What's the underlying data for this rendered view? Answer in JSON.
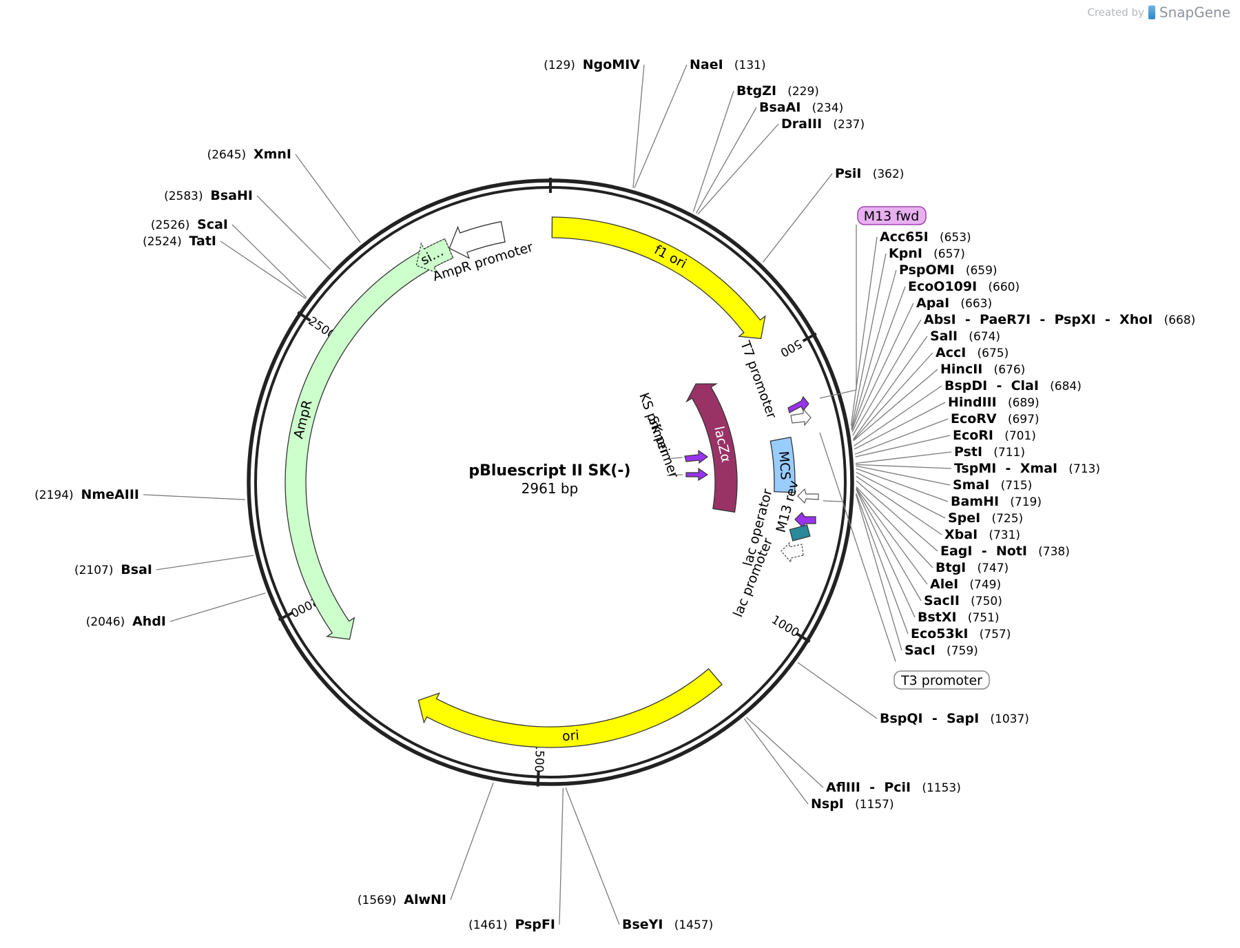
{
  "credit": {
    "prefix": "Created by",
    "brand": "SnapGene"
  },
  "plasmid": {
    "name": "pBluescript II SK(-)",
    "size_text": "2961 bp",
    "length_bp": 2961
  },
  "ticks": [
    {
      "bp": 500,
      "label": "500"
    },
    {
      "bp": 1000,
      "label": "1000"
    },
    {
      "bp": 1500,
      "label": "1500"
    },
    {
      "bp": 2000,
      "label": "2000"
    },
    {
      "bp": 2500,
      "label": "2500"
    }
  ],
  "features": [
    {
      "name": "f1 ori",
      "start": 3,
      "end": 458,
      "strand": 1,
      "color": "#ffff00",
      "ring": 0
    },
    {
      "name": "lacZα",
      "start": 460,
      "end": 816,
      "strand": -1,
      "color": "#993366",
      "ring": 2,
      "text_color": "#ffffff"
    },
    {
      "name": "MCS",
      "start": 653,
      "end": 760,
      "strand": 0,
      "color": "#99ccff",
      "ring": 1
    },
    {
      "name": "ori",
      "start": 1149,
      "end": 1737,
      "strand": 1,
      "color": "#ffff00",
      "ring": 0
    },
    {
      "name": "AmpR",
      "start": 1908,
      "end": 2768,
      "strand": -1,
      "color": "#ccffcc",
      "ring": 0
    },
    {
      "name": "si…",
      "start": 2700,
      "end": 2768,
      "strand": -1,
      "color": "#ccffcc",
      "ring": 0
    },
    {
      "name": "AmpR promoter",
      "start": 2769,
      "end": 2873,
      "strand": -1,
      "color": "#ffffff",
      "ring": 0
    }
  ],
  "small_features": [
    {
      "name": "T7 promoter"
    },
    {
      "name": "KS primer"
    },
    {
      "name": "SK primer"
    },
    {
      "name": "M13 rev"
    },
    {
      "name": "lac operator"
    },
    {
      "name": "lac promoter"
    }
  ],
  "boxed_labels": [
    {
      "name": "M13 fwd",
      "fill": "#e8b0f0",
      "stroke": "#a040b0"
    },
    {
      "name": "T3 promoter",
      "fill": "#ffffff",
      "stroke": "#888888"
    }
  ],
  "sites": [
    {
      "names": [
        "NgoMIV"
      ],
      "pos": "(129)"
    },
    {
      "names": [
        "NaeI"
      ],
      "pos": "(131)"
    },
    {
      "names": [
        "BtgZI"
      ],
      "pos": "(229)"
    },
    {
      "names": [
        "BsaAI"
      ],
      "pos": "(234)"
    },
    {
      "names": [
        "DraIII"
      ],
      "pos": "(237)"
    },
    {
      "names": [
        "PsiI"
      ],
      "pos": "(362)"
    },
    {
      "names": [
        "Acc65I"
      ],
      "pos": "(653)"
    },
    {
      "names": [
        "KpnI"
      ],
      "pos": "(657)"
    },
    {
      "names": [
        "PspOMI"
      ],
      "pos": "(659)"
    },
    {
      "names": [
        "EcoO109I"
      ],
      "pos": "(660)"
    },
    {
      "names": [
        "ApaI"
      ],
      "pos": "(663)"
    },
    {
      "names": [
        "AbsI",
        "PaeR7I",
        "PspXI",
        "XhoI"
      ],
      "pos": "(668)"
    },
    {
      "names": [
        "SalI"
      ],
      "pos": "(674)"
    },
    {
      "names": [
        "AccI"
      ],
      "pos": "(675)"
    },
    {
      "names": [
        "HincII"
      ],
      "pos": "(676)"
    },
    {
      "names": [
        "BspDI",
        "ClaI"
      ],
      "pos": "(684)"
    },
    {
      "names": [
        "HindIII"
      ],
      "pos": "(689)"
    },
    {
      "names": [
        "EcoRV"
      ],
      "pos": "(697)"
    },
    {
      "names": [
        "EcoRI"
      ],
      "pos": "(701)"
    },
    {
      "names": [
        "PstI"
      ],
      "pos": "(711)"
    },
    {
      "names": [
        "TspMI",
        "XmaI"
      ],
      "pos": "(713)"
    },
    {
      "names": [
        "SmaI"
      ],
      "pos": "(715)"
    },
    {
      "names": [
        "BamHI"
      ],
      "pos": "(719)"
    },
    {
      "names": [
        "SpeI"
      ],
      "pos": "(725)"
    },
    {
      "names": [
        "XbaI"
      ],
      "pos": "(731)"
    },
    {
      "names": [
        "EagI",
        "NotI"
      ],
      "pos": "(738)"
    },
    {
      "names": [
        "BtgI"
      ],
      "pos": "(747)"
    },
    {
      "names": [
        "AleI"
      ],
      "pos": "(749)"
    },
    {
      "names": [
        "SacII"
      ],
      "pos": "(750)"
    },
    {
      "names": [
        "BstXI"
      ],
      "pos": "(751)"
    },
    {
      "names": [
        "Eco53kI"
      ],
      "pos": "(757)"
    },
    {
      "names": [
        "SacI"
      ],
      "pos": "(759)"
    },
    {
      "names": [
        "BspQI",
        "SapI"
      ],
      "pos": "(1037)"
    },
    {
      "names": [
        "AflIII",
        "PciI"
      ],
      "pos": "(1153)"
    },
    {
      "names": [
        "NspI"
      ],
      "pos": "(1157)"
    },
    {
      "names": [
        "BseYI"
      ],
      "pos": "(1457)"
    },
    {
      "names": [
        "PspFI"
      ],
      "pos": "(1461)"
    },
    {
      "names": [
        "AlwNI"
      ],
      "pos": "(1569)"
    },
    {
      "names": [
        "AhdI"
      ],
      "pos": "(2046)"
    },
    {
      "names": [
        "BsaI"
      ],
      "pos": "(2107)"
    },
    {
      "names": [
        "NmeAIII"
      ],
      "pos": "(2194)"
    },
    {
      "names": [
        "TatI"
      ],
      "pos": "(2524)"
    },
    {
      "names": [
        "ScaI"
      ],
      "pos": "(2526)"
    },
    {
      "names": [
        "BsaHI"
      ],
      "pos": "(2583)"
    },
    {
      "names": [
        "XmnI"
      ],
      "pos": "(2645)"
    }
  ]
}
